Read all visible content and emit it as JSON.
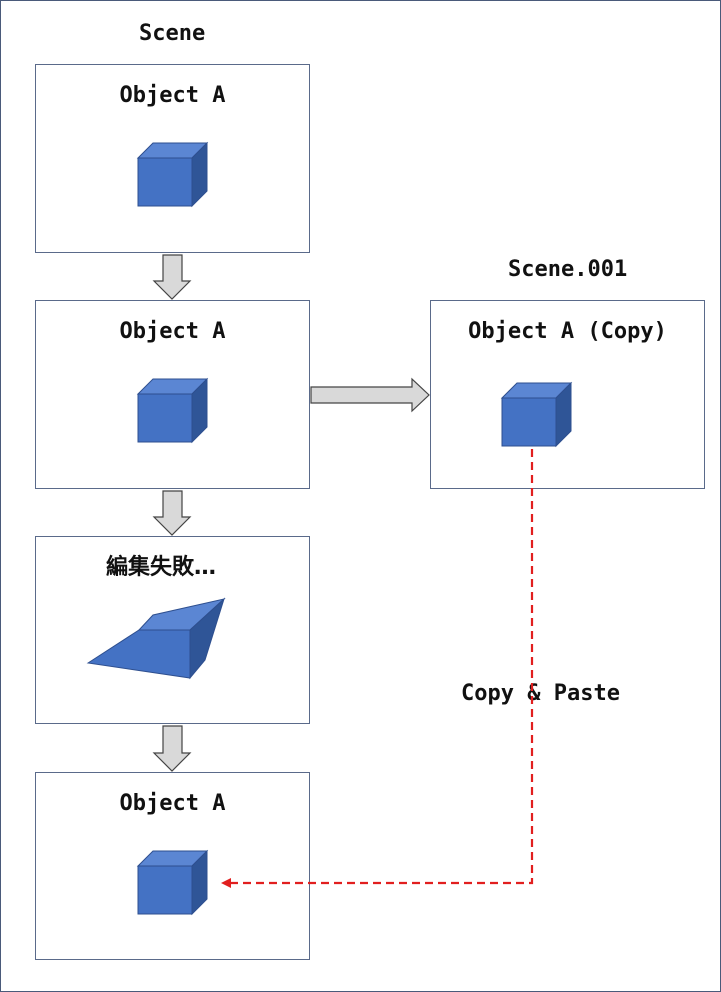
{
  "scene": {
    "title": "Scene",
    "steps": [
      {
        "label": "Object A",
        "shape": "cube"
      },
      {
        "label": "Object A",
        "shape": "cube"
      },
      {
        "label": "編集失敗…",
        "shape": "broken-cube"
      },
      {
        "label": "Object A",
        "shape": "cube"
      }
    ]
  },
  "scene_copy": {
    "title": "Scene.001",
    "object_label": "Object A (Copy)",
    "shape": "cube"
  },
  "copy_paste_label": "Copy & Paste",
  "colors": {
    "cube_front": "#4472c4",
    "cube_top": "#5b86d3",
    "cube_side": "#2f5597",
    "arrow_fill": "#d9d9d9",
    "arrow_stroke": "#444444",
    "dashed_line": "#e11f1f",
    "box_border": "#5a6a8a"
  }
}
